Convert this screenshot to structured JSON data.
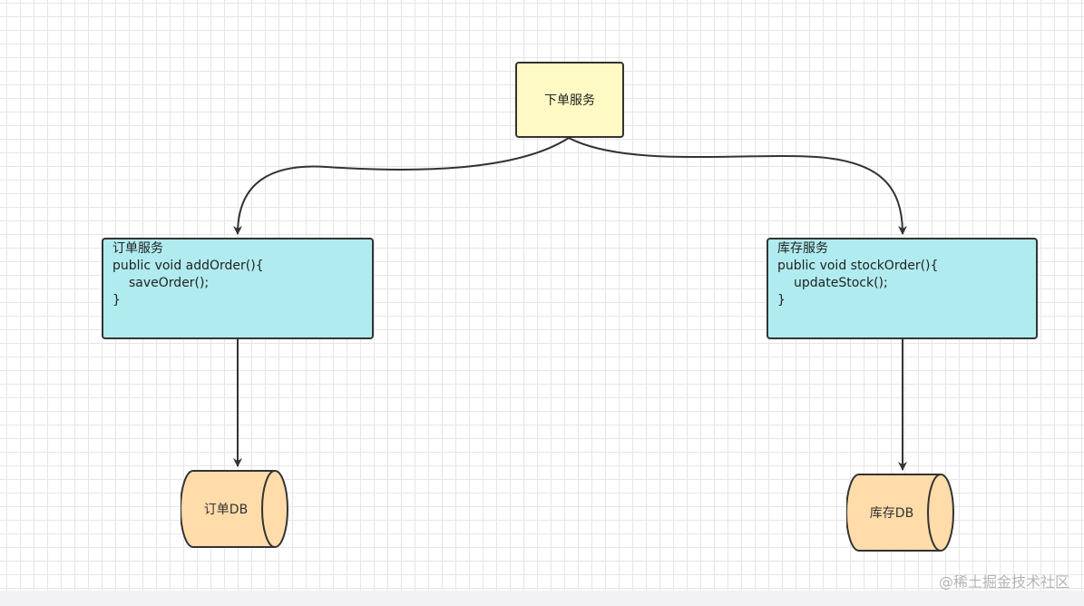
{
  "nodes": {
    "order_request": {
      "label": "下单服务",
      "fill": "#fff9c4"
    },
    "order_service": {
      "title": "订单服务",
      "code": [
        "public void addOrder(){",
        "saveOrder();",
        "}"
      ],
      "fill": "#b0ebef"
    },
    "stock_service": {
      "title": "库存服务",
      "code": [
        "public void stockOrder(){",
        "updateStock();",
        "}"
      ],
      "fill": "#b0ebef"
    },
    "order_db": {
      "label": "订单DB",
      "fill": "#ffdcaa"
    },
    "stock_db": {
      "label": "库存DB",
      "fill": "#ffdcaa"
    }
  },
  "watermark": "@稀土掘金技术社区"
}
